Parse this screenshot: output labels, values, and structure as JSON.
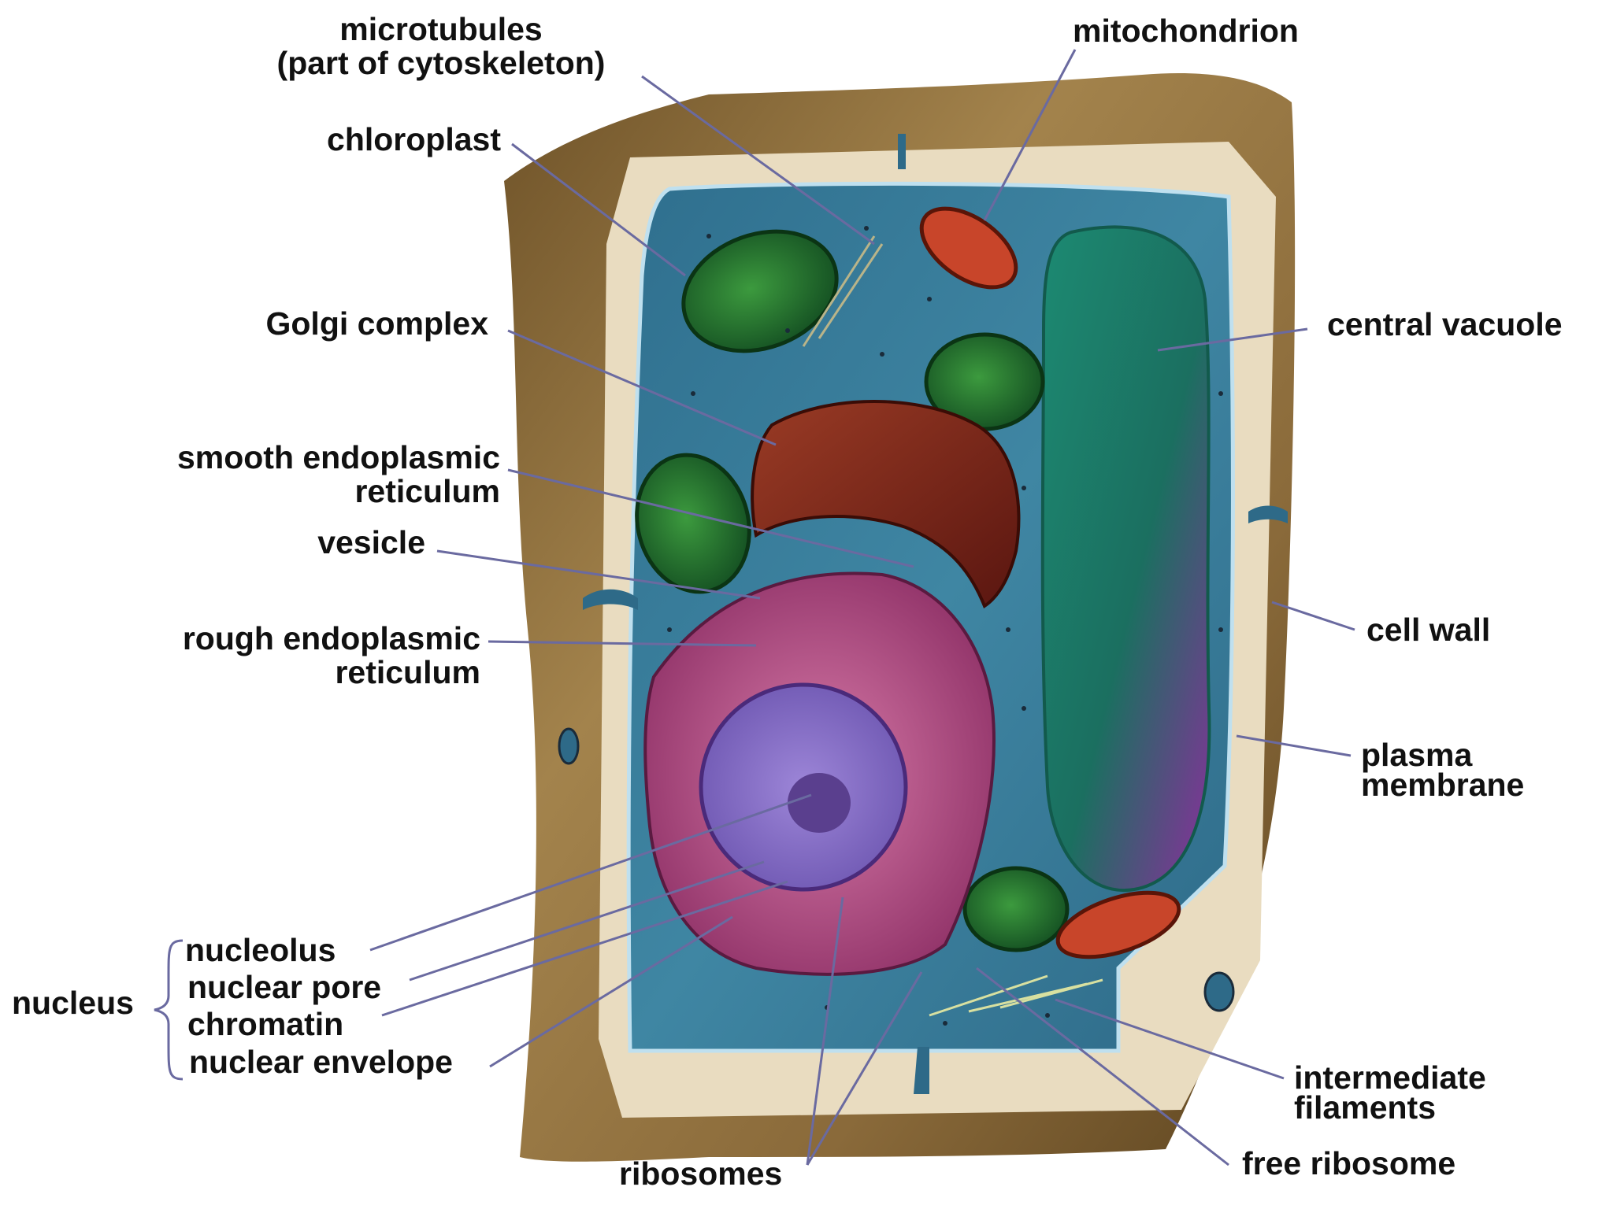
{
  "labels": {
    "microtubules": [
      "microtubules",
      "(part of cytoskeleton)"
    ],
    "mitochondrion": "mitochondrion",
    "chloroplast": "chloroplast",
    "golgi": "Golgi complex",
    "central_vacuole": "central vacuole",
    "smooth_er": [
      "smooth endoplasmic",
      "reticulum"
    ],
    "vesicle": "vesicle",
    "cell_wall": "cell wall",
    "rough_er": [
      "rough endoplasmic",
      "reticulum"
    ],
    "plasma_membrane": [
      "plasma",
      "membrane"
    ],
    "nucleus": "nucleus",
    "nucleolus": "nucleolus",
    "nuclear_pore": "nuclear pore",
    "chromatin": "chromatin",
    "nuclear_envelope": "nuclear envelope",
    "intermediate_filaments": [
      "intermediate",
      "filaments"
    ],
    "free_ribosome": "free ribosome",
    "ribosomes": "ribosomes"
  },
  "colors": {
    "cell_wall": "#8a6a3a",
    "cytoplasm": "#3d7f9c",
    "vacuole": "#1f7a66",
    "chloroplast": "#1f6b2f",
    "golgi": "#8a2a1e",
    "nucleus_envelope": "#b0457a",
    "nucleoplasm": "#8a6fc9",
    "leader_line": "#6a6aa0"
  }
}
